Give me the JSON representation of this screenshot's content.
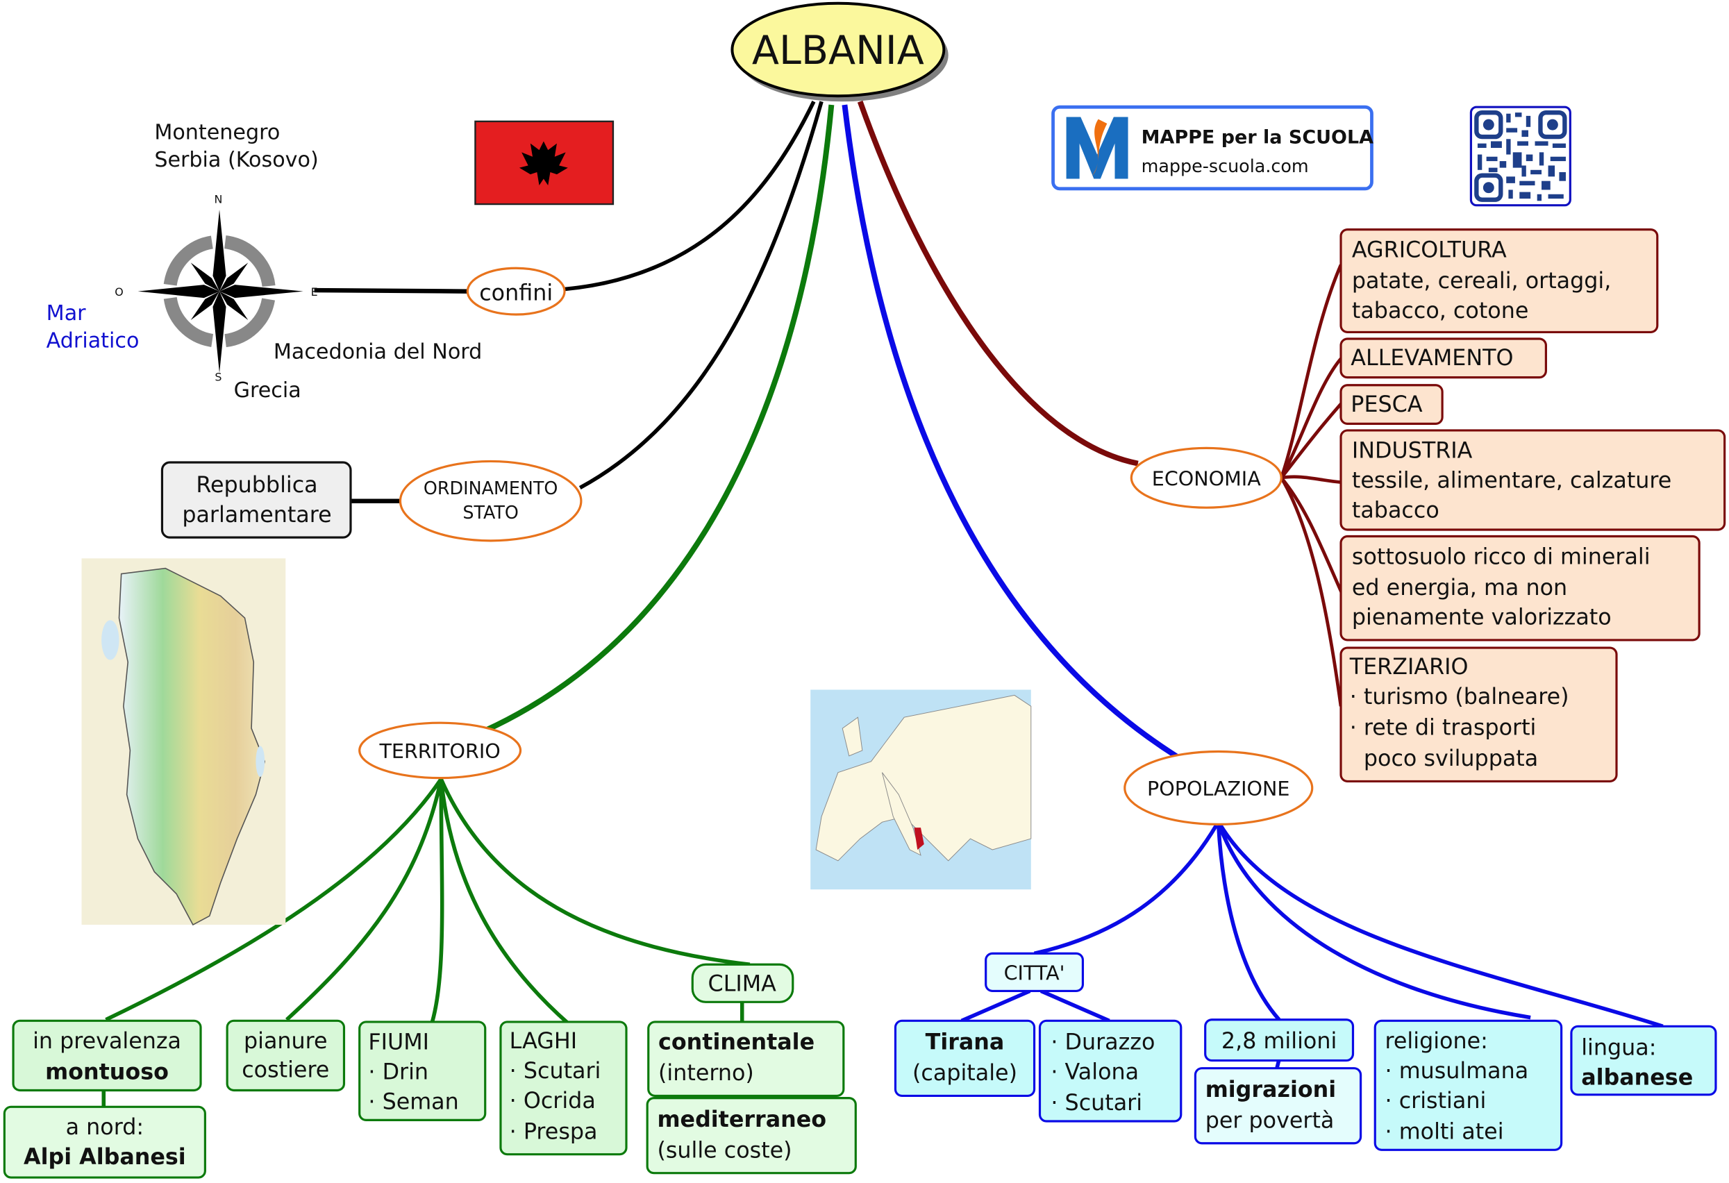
{
  "title": "ALBANIA",
  "colors": {
    "root_fill": "#fbf89d",
    "ellipse_border": "#e8731c",
    "black_branch": "#000000",
    "green_branch": "#0c7a0c",
    "blue_branch": "#0a0ae6",
    "red_branch": "#7a0a0a",
    "green_box": "#d8f8d8",
    "blue_box": "#c6fafa",
    "peach_box": "#fde4cf",
    "gray_box": "#efefef",
    "sea_label": "#1010d0"
  },
  "logo": {
    "title": "MAPPE per la SCUOLA",
    "url": "mappe-scuola.com"
  },
  "confini": {
    "label": "confini",
    "north": [
      "Montenegro",
      "Serbia (Kosovo)"
    ],
    "east": "Macedonia del Nord",
    "south": "Grecia",
    "west": [
      "Mar",
      "Adriatico"
    ],
    "compass": {
      "n": "N",
      "s": "S",
      "e": "E",
      "o": "O"
    }
  },
  "ordinamento": {
    "label": [
      "ORDINAMENTO",
      "STATO"
    ],
    "value": [
      "Repubblica",
      "parlamentare"
    ]
  },
  "territorio": {
    "label": "TERRITORIO",
    "montuoso": {
      "line1": "in prevalenza",
      "line2": "montuoso"
    },
    "alpi": {
      "line1": "a nord:",
      "line2": "Alpi Albanesi"
    },
    "pianure": [
      "pianure",
      "costiere"
    ],
    "fiumi": {
      "title": "FIUMI",
      "items": [
        "· Drin",
        "· Seman"
      ]
    },
    "laghi": {
      "title": "LAGHI",
      "items": [
        "· Scutari",
        "· Ocrida",
        "· Prespa"
      ]
    },
    "clima": {
      "label": "CLIMA",
      "continentale": {
        "bold": "continentale",
        "note": "(interno)"
      },
      "mediterraneo": {
        "bold": "mediterraneo",
        "note": "(sulle coste)"
      }
    }
  },
  "economia": {
    "label": "ECONOMIA",
    "agricoltura": [
      "AGRICOLTURA",
      "patate, cereali, ortaggi,",
      "tabacco, cotone"
    ],
    "allevamento": "ALLEVAMENTO",
    "pesca": "PESCA",
    "industria": [
      "INDUSTRIA",
      "tessile, alimentare, calzature",
      "tabacco"
    ],
    "sottosuolo": [
      "sottosuolo ricco di minerali",
      "ed energia, ma non",
      "pienamente valorizzato"
    ],
    "terziario": [
      "TERZIARIO",
      "· turismo (balneare)",
      "· rete di trasporti",
      "  poco sviluppata"
    ]
  },
  "popolazione": {
    "label": "POPOLAZIONE",
    "citta": {
      "label": "CITTA'",
      "capitale": {
        "bold": "Tirana",
        "note": "(capitale)"
      },
      "altre": [
        "· Durazzo",
        "· Valona",
        "· Scutari"
      ]
    },
    "abitanti": "2,8 milioni",
    "migrazioni": {
      "bold": "migrazioni",
      "note": "per povertà"
    },
    "religione": {
      "title": "religione:",
      "items": [
        "· musulmana",
        "· cristiani",
        "· molti atei"
      ]
    },
    "lingua": {
      "title": "lingua:",
      "bold": "albanese"
    }
  }
}
